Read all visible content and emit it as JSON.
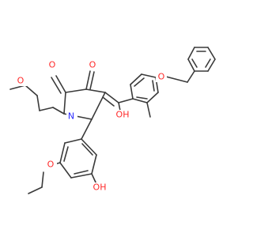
{
  "molecule": {
    "atom_labels": [
      {
        "id": "o-benzyl",
        "text": "O",
        "color": "#ff2a2a"
      },
      {
        "id": "o-keto-1",
        "text": "O",
        "color": "#ff2a2a"
      },
      {
        "id": "o-keto-2",
        "text": "O",
        "color": "#ff2a2a"
      },
      {
        "id": "o-methoxy",
        "text": "O",
        "color": "#ff2a2a"
      },
      {
        "id": "n-ring",
        "text": "N",
        "color": "#2a2aff"
      },
      {
        "id": "oh-enol",
        "text": "OH",
        "color": "#ff2a2a"
      },
      {
        "id": "o-ethoxy",
        "text": "O",
        "color": "#ff2a2a"
      },
      {
        "id": "oh-phenol",
        "text": "OH",
        "color": "#ff2a2a"
      }
    ]
  }
}
